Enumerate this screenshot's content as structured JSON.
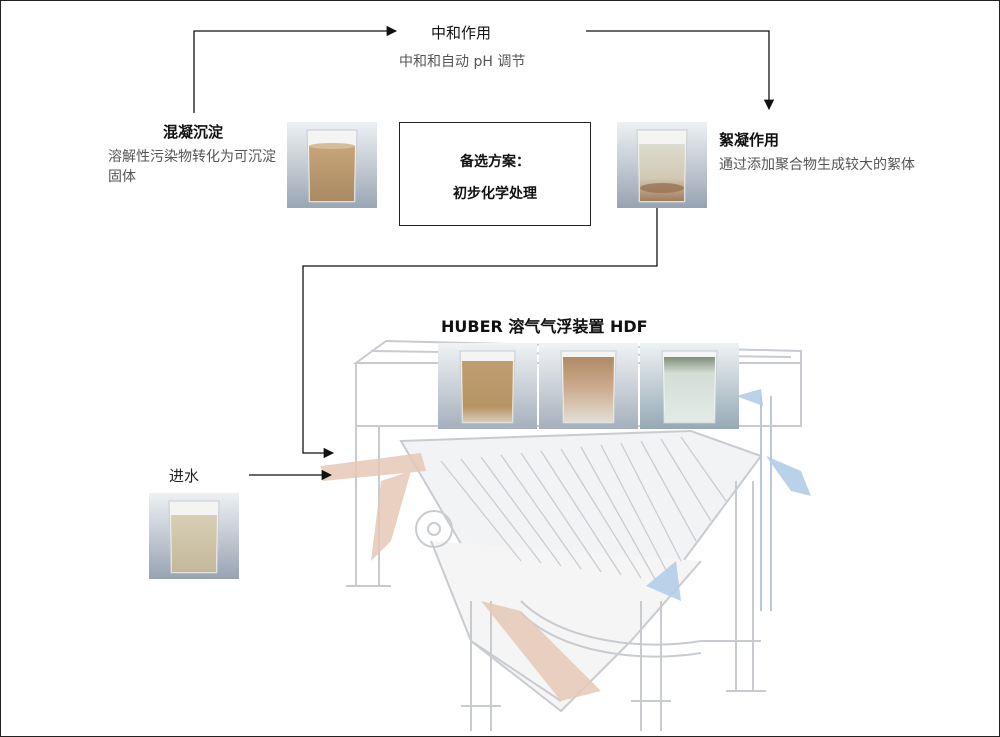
{
  "steps": {
    "neutralization": {
      "title": "中和作用",
      "desc": "中和和自动 pH 调节"
    },
    "coagulation": {
      "title": "混凝沉淀",
      "desc": "溶解性污染物转化为可沉淀固体"
    },
    "flocculation": {
      "title": "絮凝作用",
      "desc": "通过添加聚合物生成较大的絮体"
    },
    "alternative": {
      "line1": "备选方案：",
      "line2": "初步化学处理"
    },
    "inflow": {
      "title": "进水"
    }
  },
  "device": {
    "title": "HUBER 溶气气浮装置 HDF"
  },
  "colors": {
    "line": "#111111",
    "turbid_brown": "#b89368",
    "light_brown": "#c8ad84",
    "clear_water": "#d9e4df",
    "machine_stroke": "#b8bcc4",
    "machine_flow": "#e7c9b8",
    "machine_blue": "#a9c6e6"
  }
}
